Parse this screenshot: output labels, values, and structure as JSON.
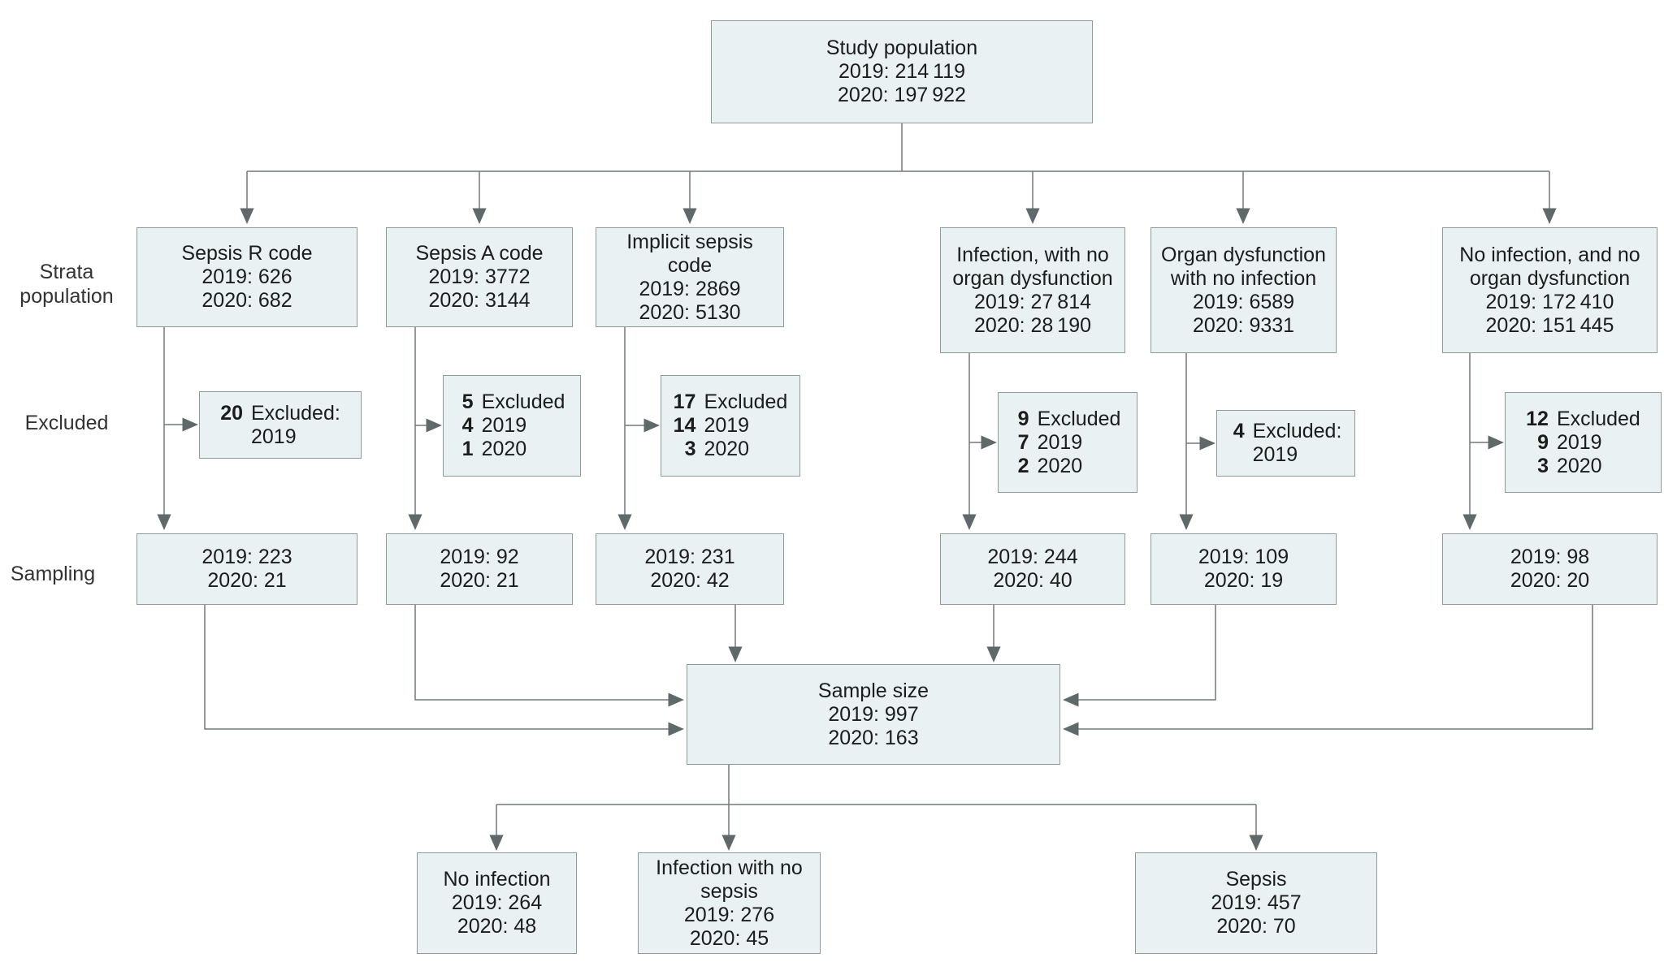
{
  "row_labels": {
    "strata": "Strata population",
    "excluded": "Excluded",
    "sampling": "Sampling"
  },
  "study_population": {
    "title": "Study population",
    "v2019": "2019: 214 119",
    "v2020": "2020: 197 922"
  },
  "strata": [
    {
      "title": "Sepsis R code",
      "v2019": "2019: 626",
      "v2020": "2020: 682"
    },
    {
      "title": "Sepsis A code",
      "v2019": "2019: 3772",
      "v2020": "2020: 3144"
    },
    {
      "title": "Implicit sepsis code",
      "v2019": "2019: 2869",
      "v2020": "2020: 5130"
    },
    {
      "title": "Infection, with no organ dysfunction",
      "v2019": "2019: 27 814",
      "v2020": "2020: 28 190"
    },
    {
      "title": "Organ dysfunction with no infection",
      "v2019": "2019: 6589",
      "v2020": "2020: 9331"
    },
    {
      "title": "No infection, and no organ dysfunction",
      "v2019": "2019: 172 410",
      "v2020": "2020: 151 445"
    }
  ],
  "excluded": [
    {
      "r1n": "20",
      "r1l": "Excluded:",
      "r2n": "",
      "r2l": "2019",
      "r3n": "",
      "r3l": ""
    },
    {
      "r1n": "5",
      "r1l": "Excluded",
      "r2n": "4",
      "r2l": "2019",
      "r3n": "1",
      "r3l": "2020"
    },
    {
      "r1n": "17",
      "r1l": "Excluded",
      "r2n": "14",
      "r2l": "2019",
      "r3n": "3",
      "r3l": "2020"
    },
    {
      "r1n": "9",
      "r1l": "Excluded",
      "r2n": "7",
      "r2l": "2019",
      "r3n": "2",
      "r3l": "2020"
    },
    {
      "r1n": "4",
      "r1l": "Excluded:",
      "r2n": "",
      "r2l": "2019",
      "r3n": "",
      "r3l": ""
    },
    {
      "r1n": "12",
      "r1l": "Excluded",
      "r2n": "9",
      "r2l": "2019",
      "r3n": "3",
      "r3l": "2020"
    }
  ],
  "sampling": [
    {
      "v2019": "2019: 223",
      "v2020": "2020: 21"
    },
    {
      "v2019": "2019: 92",
      "v2020": "2020: 21"
    },
    {
      "v2019": "2019: 231",
      "v2020": "2020: 42"
    },
    {
      "v2019": "2019: 244",
      "v2020": "2020: 40"
    },
    {
      "v2019": "2019: 109",
      "v2020": "2020: 19"
    },
    {
      "v2019": "2019: 98",
      "v2020": "2020: 20"
    }
  ],
  "sample_size": {
    "title": "Sample size",
    "v2019": "2019: 997",
    "v2020": "2020: 163"
  },
  "outcomes": [
    {
      "title": "No infection",
      "v2019": "2019: 264",
      "v2020": "2020: 48"
    },
    {
      "title": "Infection with no sepsis",
      "v2019": "2019: 276",
      "v2020": "2020: 45"
    },
    {
      "title": "Sepsis",
      "v2019": "2019: 457",
      "v2020": "2020: 70"
    }
  ],
  "colors": {
    "box_fill": "#e9f1f2",
    "box_border": "#8d9b9c",
    "line": "#70797a",
    "arrow": "#5f696a",
    "text": "#1c1c1c"
  }
}
